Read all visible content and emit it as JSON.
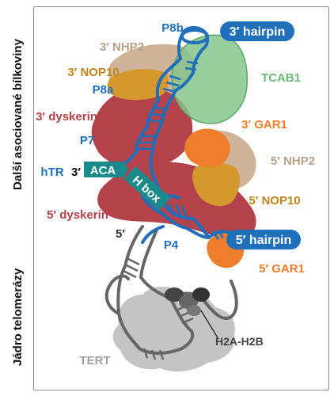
{
  "side_labels": {
    "accessory": "Další asociované bílkoviny",
    "core": "Jádro telomerázy"
  },
  "labels": {
    "p8b": "P8b",
    "hairpin3": "3′ hairpin",
    "nhp2_3": "3′ NHP2",
    "tcab1": "TCAB1",
    "nop10_3": "3′ NOP10",
    "p8a": "P8a",
    "dyskerin_3": "3′ dyskerin",
    "gar1_3": "3′ GAR1",
    "p7": "P7",
    "nhp2_5": "5′ NHP2",
    "htr": "hTR",
    "three_prime": "3′",
    "aca": "ACA",
    "hbox": "H box",
    "nop10_5": "5′ NOP10",
    "dyskerin_5": "5′ dyskerin",
    "five_prime": "5′",
    "p4": "P4",
    "hairpin5": "5′ hairpin",
    "gar1_5": "5′ GAR1",
    "h2a": "H2A",
    "h2b": "-H2B",
    "tert": "TERT"
  },
  "colors": {
    "rna": "#1f6fba",
    "dyskerin": "#b4424b",
    "nop10": "#d4982c",
    "nhp2": "#cfb49a",
    "gar1": "#ef7e2c",
    "tcab1": "#86c48d",
    "aca_box": "#1b8a8c",
    "core_rna": "#666666",
    "tert": "#c4c4c4",
    "histone": "#555555"
  }
}
